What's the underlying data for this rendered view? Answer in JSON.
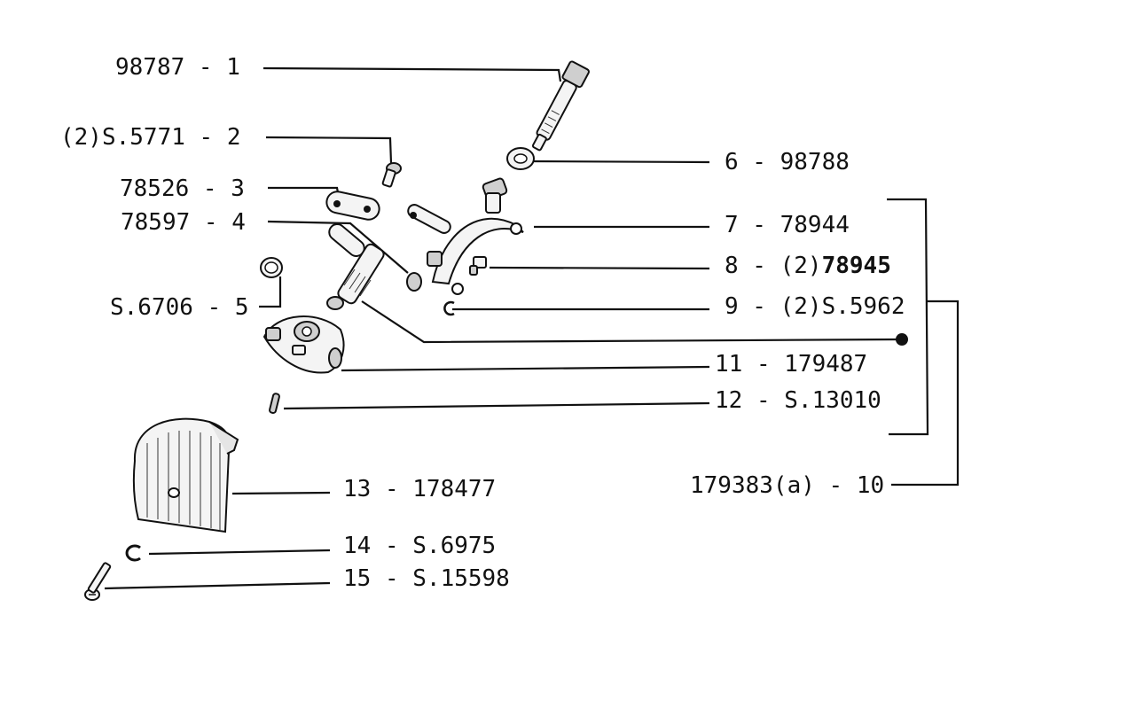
{
  "callouts": [
    {
      "num": "1",
      "code": "98787",
      "label": "98787 - 1"
    },
    {
      "num": "2",
      "code": "(2)S.5771",
      "label": "(2)S.5771 - 2"
    },
    {
      "num": "3",
      "code": "78526",
      "label": "78526 - 3"
    },
    {
      "num": "4",
      "code": "78597",
      "label": "78597 - 4"
    },
    {
      "num": "5",
      "code": "S.6706",
      "label": "S.6706 - 5"
    },
    {
      "num": "6",
      "code": "98788",
      "label": "6 - 98788"
    },
    {
      "num": "7",
      "code": "78944",
      "label": "7 - 78944"
    },
    {
      "num": "8",
      "code": "(2)78945",
      "label_prefix": "8 - (2)",
      "label_bold": "78945"
    },
    {
      "num": "9",
      "code": "(2)S.5962",
      "label": "9 - (2)S.5962"
    },
    {
      "num": "10",
      "code": "179383(a)",
      "label": "179383(a) - 10"
    },
    {
      "num": "11",
      "code": "179487",
      "label": "11 - 179487"
    },
    {
      "num": "12",
      "code": "S.13010",
      "label": "12 - S.13010"
    },
    {
      "num": "13",
      "code": "178477",
      "label": "13 - 178477"
    },
    {
      "num": "14",
      "code": "S.6975",
      "label": "14 - S.6975"
    },
    {
      "num": "15",
      "code": "S.15598",
      "label": "15 - S.15598"
    }
  ],
  "colors": {
    "ink": "#111111",
    "paper": "#ffffff"
  }
}
